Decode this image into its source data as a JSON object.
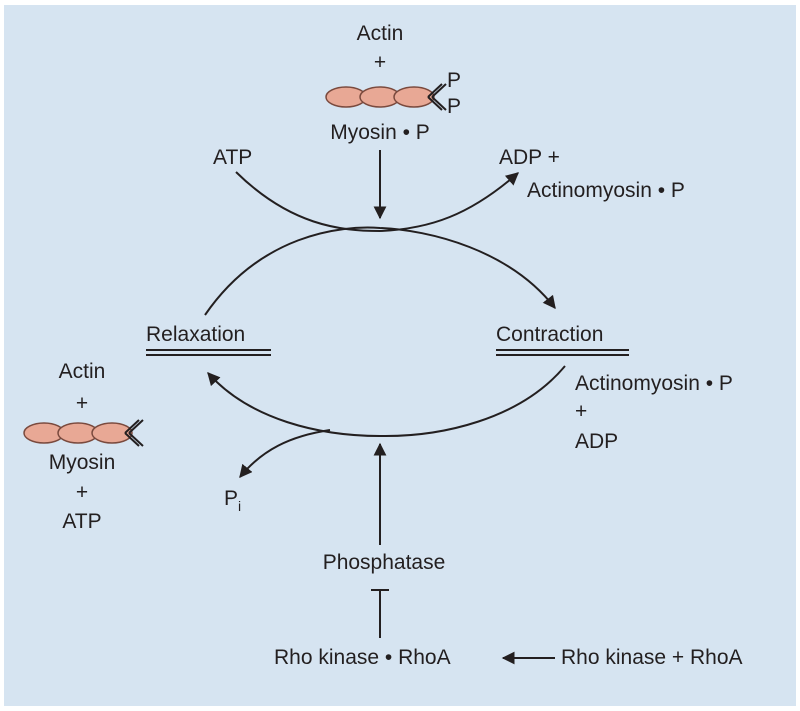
{
  "top": {
    "actin": "Actin",
    "plus": "+",
    "myosin_p": "Myosin • P",
    "p_label": "P"
  },
  "right_top": {
    "line1": "ADP +",
    "line2": "Actinomyosin • P"
  },
  "atp_in": "ATP",
  "relaxation": "Relaxation",
  "contraction": "Contraction",
  "right_bottom": {
    "line1": "Actinomyosin • P",
    "plus": "+",
    "line3": "ADP"
  },
  "left": {
    "actin": "Actin",
    "plus1": "+",
    "myosin": "Myosin",
    "plus2": "+",
    "atp": "ATP"
  },
  "pi": {
    "base": "P",
    "subscript": "i"
  },
  "phosphatase": "Phosphatase",
  "rho_left": "Rho kinase • RhoA",
  "rho_right": "Rho kinase + RhoA",
  "colors": {
    "background": "#d6e4f1",
    "filament": "#e8a895",
    "filament_stroke": "#7a4a3e",
    "line": "#231f20"
  }
}
